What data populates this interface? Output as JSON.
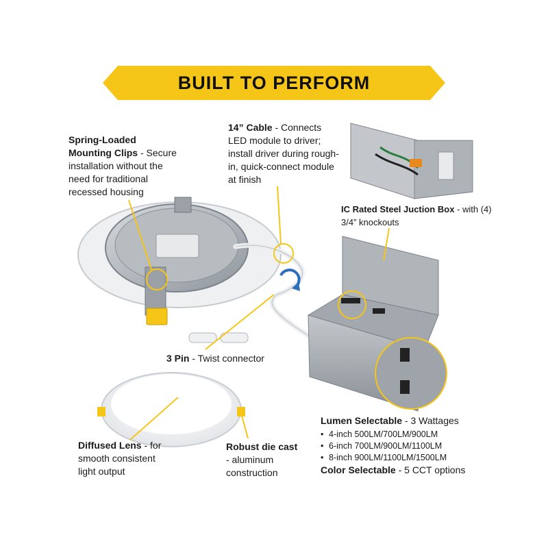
{
  "banner": {
    "title": "BUILT TO PERFORM",
    "color": "#f5c518"
  },
  "callouts": {
    "clips": {
      "title": "Spring-Loaded Mounting Clips",
      "desc": " - Secure installation without the need for traditional recessed housing"
    },
    "cable": {
      "title": "14” Cable",
      "desc": " - Connects LED module to driver; install driver during rough-in, quick-connect module at finish"
    },
    "junction": {
      "title": "IC Rated Steel Juction Box",
      "desc": " - with (4) 3/4” knockouts"
    },
    "pin": {
      "title": "3 Pin",
      "desc": " - Twist connector"
    },
    "lens": {
      "title": "Diffused Lens",
      "desc": " - for smooth consistent light output"
    },
    "diecast": {
      "title": "Robust die cast",
      "desc": " - aluminum construction"
    },
    "lumen": {
      "title": "Lumen Selectable",
      "desc": " - 3 Wattages",
      "items": [
        "4-inch 500LM/700LM/900LM",
        "6-inch 700LM/900LM/1100LM",
        "8-inch 900LM/1100LM/1500LM"
      ]
    },
    "color": {
      "title": "Color Selectable",
      "desc": " - 5 CCT options"
    }
  },
  "colors": {
    "accent": "#f5c518",
    "metal": "#a9aeb3",
    "text": "#1a1a1a"
  }
}
